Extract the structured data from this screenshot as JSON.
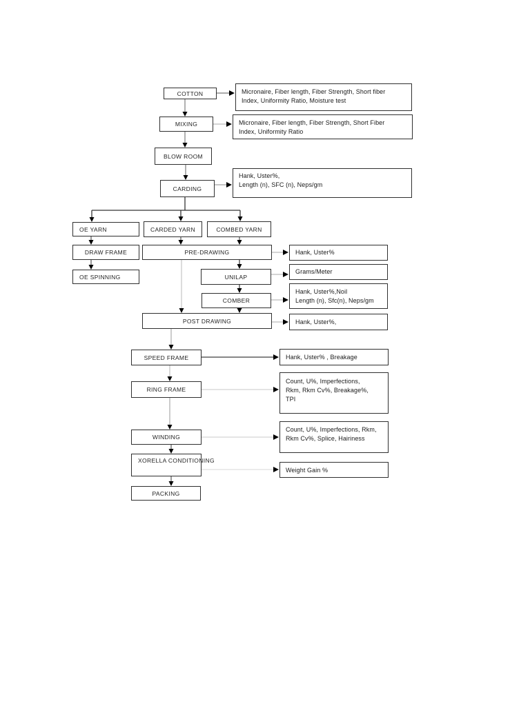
{
  "flowchart": {
    "colors": {
      "ink": "#1a1a1a",
      "box_border": "#2e2e2e",
      "arrowhead": "#000000"
    },
    "nodes": [
      {
        "id": "cotton",
        "label": "COTTON"
      },
      {
        "id": "mixing",
        "label": "MIXING"
      },
      {
        "id": "blow-room",
        "label": "BLOW ROOM"
      },
      {
        "id": "carding",
        "label": "CARDING"
      },
      {
        "id": "oe-yarn",
        "label": "OE YARN"
      },
      {
        "id": "carded-yarn",
        "label": "CARDED YARN"
      },
      {
        "id": "combed-yarn",
        "label": "COMBED YARN"
      },
      {
        "id": "draw-frame",
        "label": "DRAW FRAME"
      },
      {
        "id": "pre-drawing",
        "label": "PRE-DRAWING"
      },
      {
        "id": "oe-spinning",
        "label": "OE SPINNING"
      },
      {
        "id": "unilap",
        "label": "UNILAP"
      },
      {
        "id": "comber",
        "label": "COMBER"
      },
      {
        "id": "post-drawing",
        "label": "POST DRAWING"
      },
      {
        "id": "speed-frame",
        "label": "SPEED FRAME"
      },
      {
        "id": "ring-frame",
        "label": "RING FRAME"
      },
      {
        "id": "winding",
        "label": "WINDING"
      },
      {
        "id": "xorella",
        "label": "XORELLA CONDITIONING"
      },
      {
        "id": "packing",
        "label": "PACKING"
      }
    ],
    "tests": [
      {
        "for": "cotton",
        "lines": [
          "Micronaire, Fiber length, Fiber Strength, Short fiber",
          "Index, Uniformity Ratio, Moisture test"
        ]
      },
      {
        "for": "mixing",
        "lines": [
          "Micronaire, Fiber length, Fiber Strength, Short Fiber",
          "Index, Uniformity Ratio"
        ]
      },
      {
        "for": "carding",
        "lines": [
          "Hank, Uster%,",
          "Length (n), SFC (n), Neps/gm"
        ]
      },
      {
        "for": "pre-drawing",
        "lines": [
          "Hank, Uster%"
        ]
      },
      {
        "for": "unilap",
        "lines": [
          "Grams/Meter"
        ]
      },
      {
        "for": "comber",
        "lines": [
          "Hank, Uster%,Noil",
          "Length (n), Sfc(n), Neps/gm"
        ]
      },
      {
        "for": "post-drawing",
        "lines": [
          "Hank, Uster%,"
        ]
      },
      {
        "for": "speed-frame",
        "lines": [
          "Hank, Uster% , Breakage"
        ]
      },
      {
        "for": "ring-frame",
        "lines": [
          "Count, U%, Imperfections,",
          "Rkm, Rkm Cv%, Breakage%,",
          "TPI"
        ]
      },
      {
        "for": "winding",
        "lines": [
          "Count, U%, Imperfections, Rkm,",
          "Rkm Cv%, Splice, Hairiness"
        ]
      },
      {
        "for": "xorella",
        "lines": [
          "Weight Gain %"
        ]
      }
    ],
    "edges": [
      "cotton>mixing",
      "mixing>blow-room",
      "blow-room>carding",
      "carding>oe-yarn",
      "carding>carded-yarn",
      "carding>combed-yarn",
      "oe-yarn>draw-frame",
      "draw-frame>oe-spinning",
      "carded-yarn>pre-drawing",
      "combed-yarn>pre-drawing",
      "pre-drawing>unilap",
      "pre-drawing>post-drawing",
      "unilap>comber",
      "comber>post-drawing",
      "post-drawing>speed-frame",
      "speed-frame>ring-frame",
      "ring-frame>winding",
      "winding>xorella",
      "xorella>packing"
    ]
  }
}
